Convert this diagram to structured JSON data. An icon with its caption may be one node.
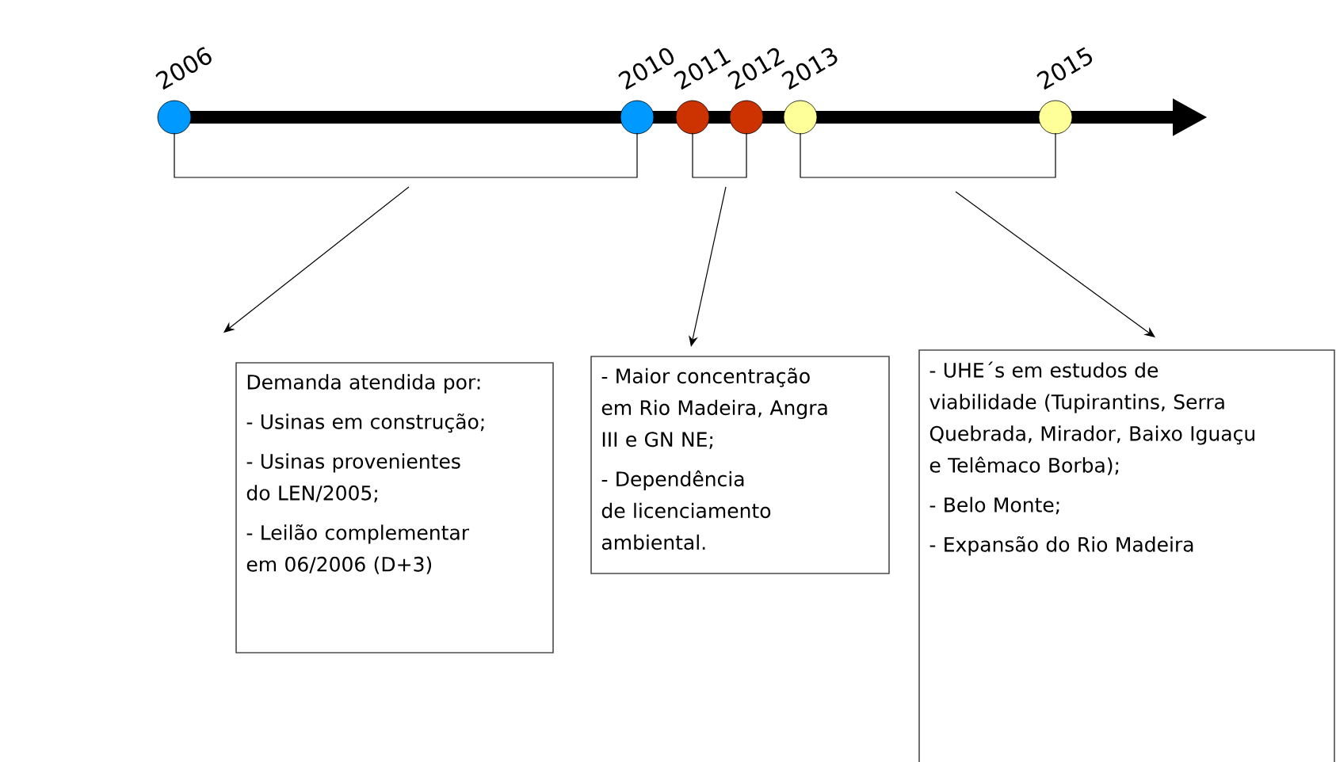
{
  "diagram": {
    "nodes": [
      {
        "text": [],
        "shape": "circle",
        "beside": [
          "2006"
        ]
      },
      {
        "text": [],
        "shape": "circle",
        "beside": [
          "2010"
        ]
      },
      {
        "text": [],
        "shape": "circle",
        "beside": [
          "2011"
        ]
      },
      {
        "text": [],
        "shape": "circle",
        "beside": [
          "2012"
        ]
      },
      {
        "text": [],
        "shape": "circle",
        "beside": [
          "2013"
        ]
      },
      {
        "text": [],
        "shape": "circle",
        "beside": [
          "2015"
        ]
      },
      {
        "text": [],
        "shape": "bracket"
      },
      {
        "text": [],
        "shape": "bracket"
      },
      {
        "text": [],
        "shape": "bracket"
      },
      {
        "text": [
          "Demanda atendida por:",
          "- Usinas em construção;",
          "- Usinas provenientes do LEN/2005;",
          "- Leilão complementar em 06/2006 (D+3)"
        ]
      },
      {
        "text": [
          "- Maior concentração em Rio Madeira, Angra III e GN NE;",
          "- Dependência de licenciamento ambiental."
        ]
      },
      {
        "text": [
          "- UHE´s em estudos de viabilidade (Tupirantins, Serra Quebrada, Mirador, Baixo Iguaçu e Telêmaco Borba);",
          "- Belo Monte;",
          "- Expansão do Rio Madeira"
        ]
      }
    ],
    "edges": [
      {
        "from": 6,
        "to": 9,
        "arrow": "to"
      },
      {
        "from": 7,
        "to": 10,
        "arrow": "to"
      },
      {
        "from": 8,
        "to": 11,
        "arrow": "to"
      }
    ]
  }
}
